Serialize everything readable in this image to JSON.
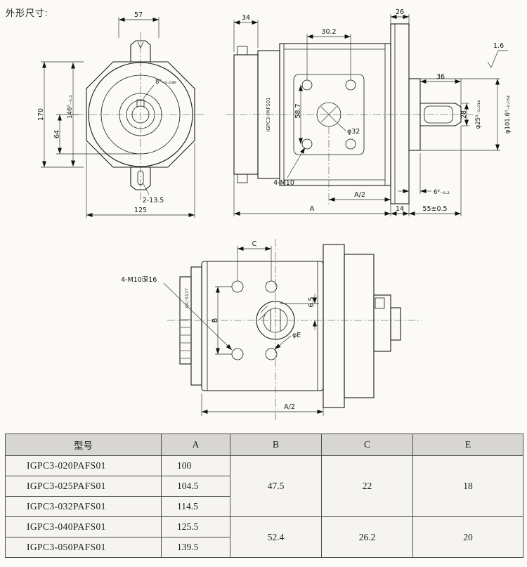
{
  "page": {
    "title": "外形尺寸:"
  },
  "front_view": {
    "dim_57": "57",
    "dim_170": "170",
    "dim_146": "146⁰₋₀.₁",
    "dim_64": "64",
    "dim_key": "8⁰₋₀.₀₃₆",
    "dim_slots": "2-13.5",
    "dim_125": "125"
  },
  "side_view": {
    "dim_34": "34",
    "dim_26": "26",
    "dim_30_2": "30.2",
    "dim_58_7": "58.7",
    "dim_phi32": "φ32",
    "dim_4m10": "4-M10",
    "dim_a_half": "A/2",
    "dim_a": "A",
    "dim_14": "14",
    "dim_36": "36",
    "dim_28": "28",
    "dim_phi25": "φ25⁰₋₀.₀₁₄",
    "dim_phi101": "φ101.6⁰₋₀.₀₅₄",
    "roughness": "1.6",
    "dim_6": "6⁰₋₀.₂",
    "dim_55": "55±0.5",
    "body_label": "IGPC3-PAFS01"
  },
  "bottom_view": {
    "dim_c": "C",
    "dim_b": "B",
    "dim_6_5": "6.5",
    "dim_phiE": "φE",
    "thread_note": "4-M10深16",
    "dim_a_half": "A/2",
    "nameplate": "QC:S11T"
  },
  "table": {
    "headers": [
      "型号",
      "A",
      "B",
      "C",
      "E"
    ],
    "rows": [
      {
        "model": "IGPC3-020PAFS01",
        "a": "100"
      },
      {
        "model": "IGPC3-025PAFS01",
        "a": "104.5"
      },
      {
        "model": "IGPC3-032PAFS01",
        "a": "114.5"
      },
      {
        "model": "IGPC3-040PAFS01",
        "a": "125.5"
      },
      {
        "model": "IGPC3-050PAFS01",
        "a": "139.5"
      }
    ],
    "groups": [
      {
        "b": "47.5",
        "c": "22",
        "e": "18"
      },
      {
        "b": "52.4",
        "c": "26.2",
        "e": "20"
      }
    ]
  }
}
